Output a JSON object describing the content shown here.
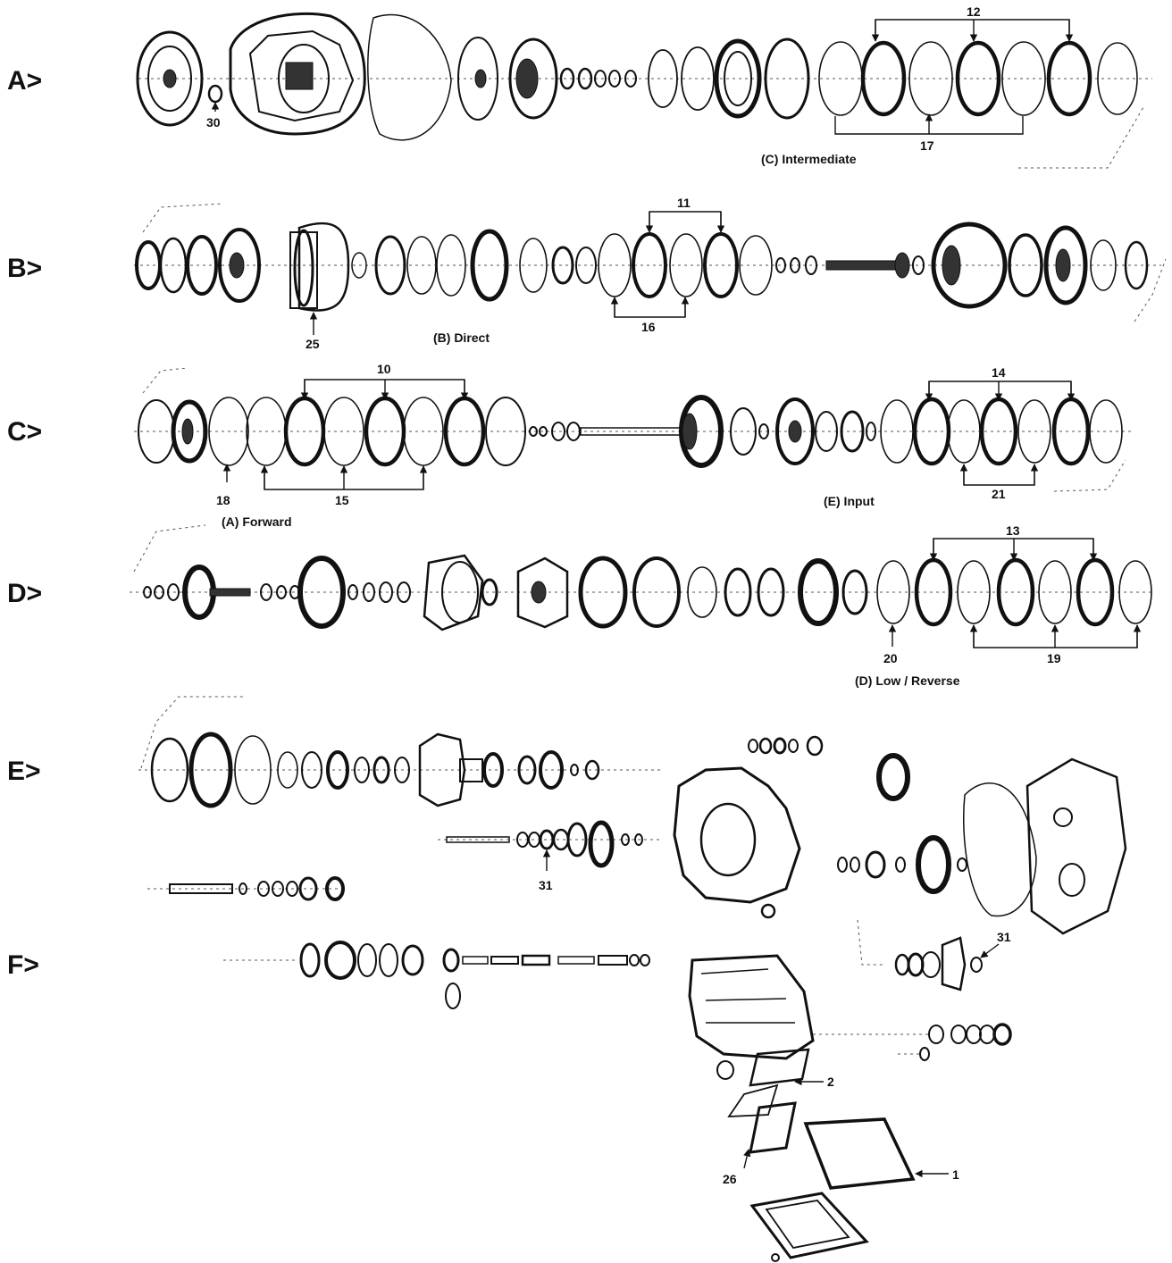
{
  "rows": [
    {
      "id": "A",
      "label": "A>"
    },
    {
      "id": "B",
      "label": "B>"
    },
    {
      "id": "C",
      "label": "C>"
    },
    {
      "id": "D",
      "label": "D>"
    },
    {
      "id": "E",
      "label": "E>"
    },
    {
      "id": "F",
      "label": "F>"
    }
  ],
  "clutches": {
    "intermediate": "(C) Intermediate",
    "direct": "(B) Direct",
    "forward": "(A) Forward",
    "input": "(E) Input",
    "low_reverse": "(D) Low / Reverse"
  },
  "callouts": {
    "c30": "30",
    "c12": "12",
    "c17": "17",
    "c11": "11",
    "c16": "16",
    "c25": "25",
    "c10": "10",
    "c14": "14",
    "c18": "18",
    "c15": "15",
    "c21": "21",
    "c13": "13",
    "c20": "20",
    "c19": "19",
    "c31a": "31",
    "c31b": "31",
    "c2": "2",
    "c1": "1",
    "c26": "26"
  }
}
